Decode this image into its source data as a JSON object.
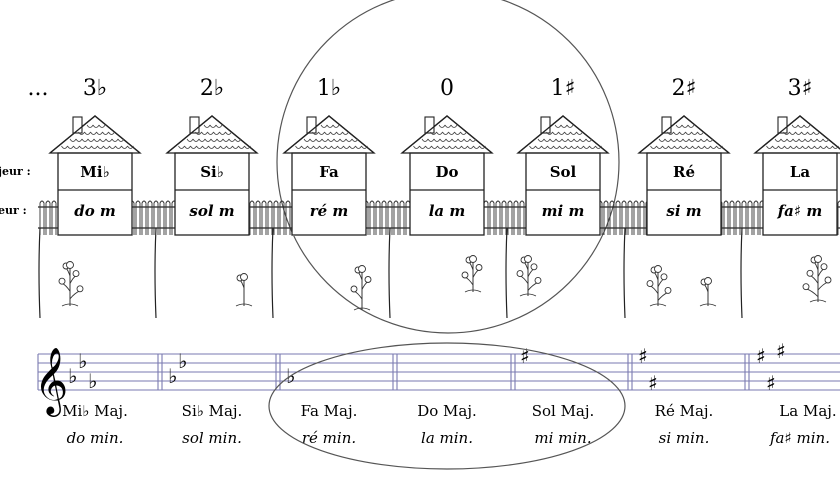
{
  "ellipsis": "...",
  "row_labels": {
    "major": "jeur :",
    "minor": "eur :"
  },
  "signatures": [
    "3♭",
    "2♭",
    "1♭",
    "0",
    "1♯",
    "2♯",
    "3♯"
  ],
  "houses": [
    {
      "major": "Mi♭",
      "minor": "do m"
    },
    {
      "major": "Si♭",
      "minor": "sol m"
    },
    {
      "major": "Fa",
      "minor": "ré m"
    },
    {
      "major": "Do",
      "minor": "la m"
    },
    {
      "major": "Sol",
      "minor": "mi m"
    },
    {
      "major": "Ré",
      "minor": "si m"
    },
    {
      "major": "La",
      "minor": "fa♯ m"
    }
  ],
  "staff_keys": [
    {
      "major": "Mi♭ Maj.",
      "minor": "do min.",
      "accidentals": [
        "♭",
        "♭",
        "♭"
      ]
    },
    {
      "major": "Si♭ Maj.",
      "minor": "sol min.",
      "accidentals": [
        "♭",
        "♭"
      ]
    },
    {
      "major": "Fa Maj.",
      "minor": "ré min.",
      "accidentals": [
        "♭"
      ]
    },
    {
      "major": "Do Maj.",
      "minor": "la min.",
      "accidentals": []
    },
    {
      "major": "Sol Maj.",
      "minor": "mi min.",
      "accidentals": [
        "♯"
      ]
    },
    {
      "major": "Ré Maj.",
      "minor": "si min.",
      "accidentals": [
        "♯",
        "♯"
      ]
    },
    {
      "major": "La Maj.",
      "minor": "fa♯ min.",
      "accidentals": [
        "♯",
        "♯",
        "♯"
      ]
    }
  ],
  "clef": "𝄞"
}
